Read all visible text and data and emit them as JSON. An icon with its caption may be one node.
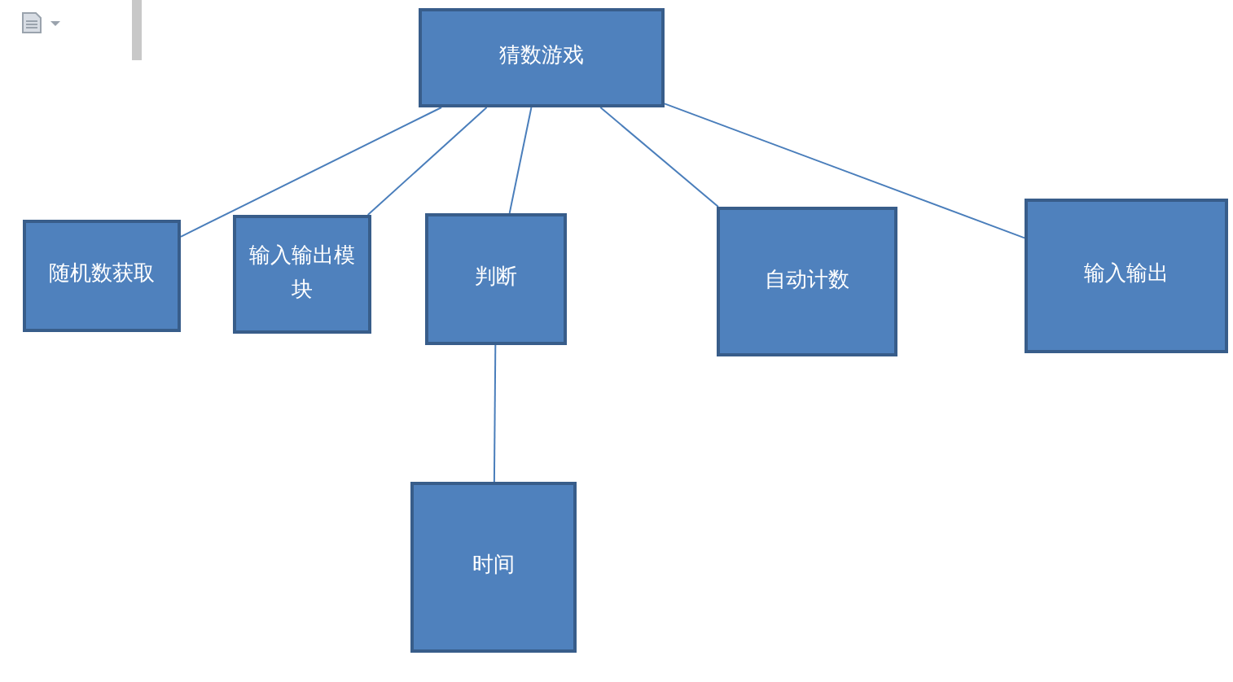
{
  "diagram": {
    "nodes": [
      {
        "text": [
          "猜数游戏"
        ]
      },
      {
        "text": [
          "随机数获取"
        ]
      },
      {
        "text": [
          "输入输出模块"
        ]
      },
      {
        "text": [
          "判断"
        ]
      },
      {
        "text": [
          "自动计数"
        ]
      },
      {
        "text": [
          "输入输出"
        ]
      },
      {
        "text": [
          "时间"
        ]
      }
    ],
    "edges": [
      {
        "from": 0,
        "to": 1,
        "arrow": "none"
      },
      {
        "from": 0,
        "to": 2,
        "arrow": "none"
      },
      {
        "from": 0,
        "to": 3,
        "arrow": "none"
      },
      {
        "from": 0,
        "to": 4,
        "arrow": "none"
      },
      {
        "from": 0,
        "to": 5,
        "arrow": "none"
      },
      {
        "from": 3,
        "to": 6,
        "arrow": "none"
      }
    ]
  }
}
